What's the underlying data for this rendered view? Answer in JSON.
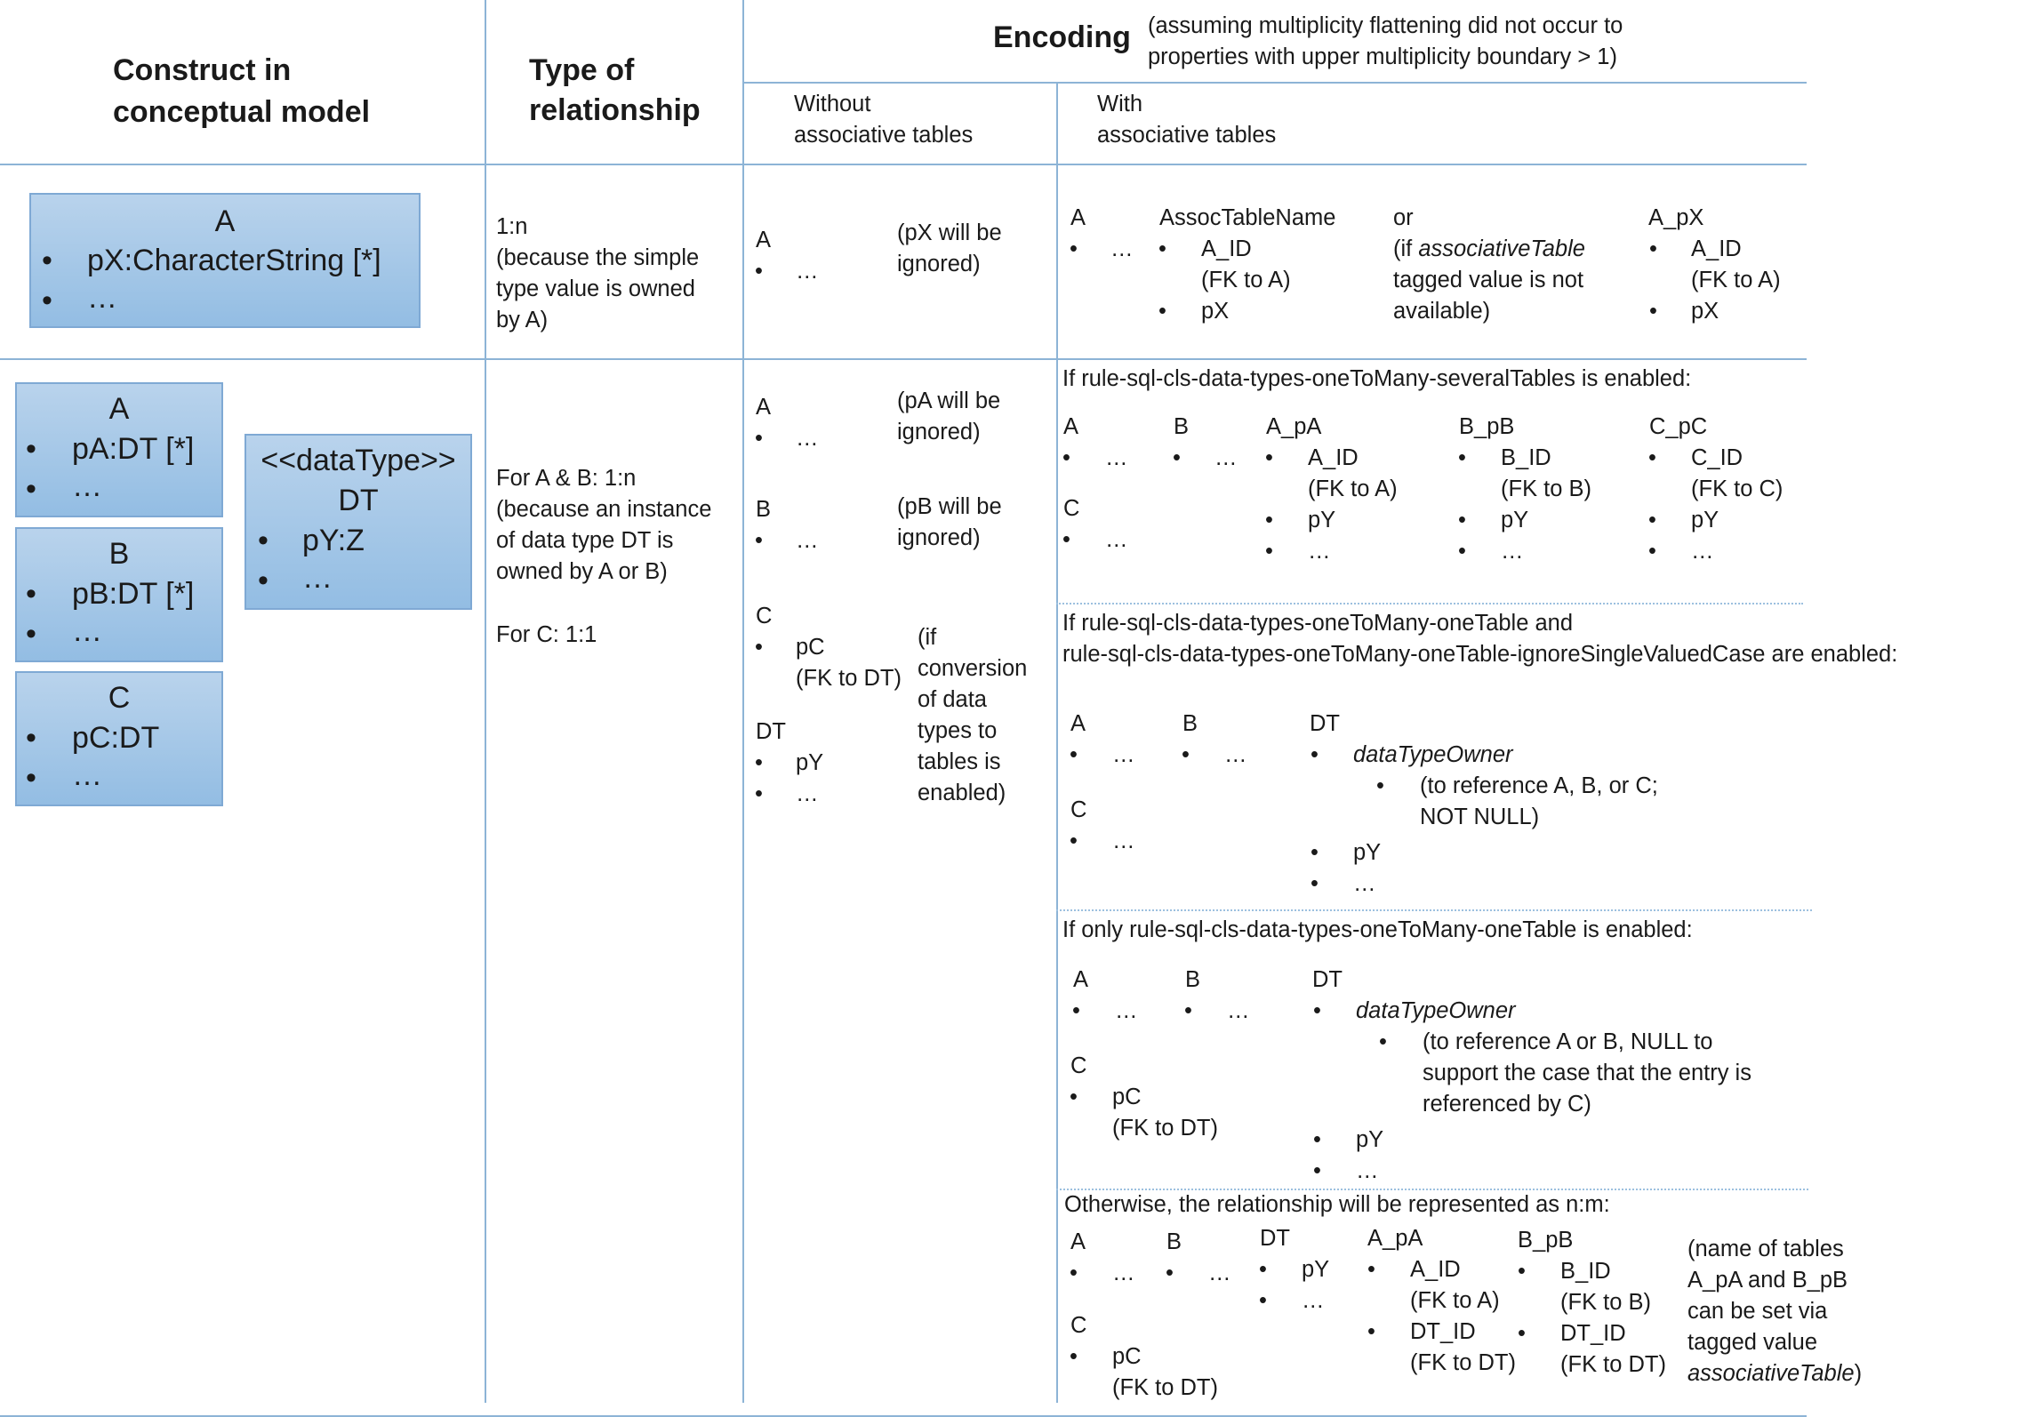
{
  "header": {
    "construct": [
      "Construct in",
      "conceptual model"
    ],
    "relationship": [
      "Type of",
      "relationship"
    ],
    "encoding": "Encoding",
    "encoding_note": [
      "(assuming multiplicity flattening did not occur to",
      "properties with upper multiplicity boundary > 1)"
    ],
    "without": [
      "Without",
      "associative tables"
    ],
    "with": [
      "With",
      "associative tables"
    ]
  },
  "glyphs": {
    "bullet": "•",
    "ellipsis": "…"
  },
  "row1": {
    "model": {
      "name": "A",
      "prop": "pX:CharacterString [*]"
    },
    "rel": [
      "1:n",
      "(because the simple",
      "type value is owned",
      "by A)"
    ],
    "without": {
      "table": "A",
      "note": [
        "(pX will be",
        "ignored)"
      ]
    },
    "with": {
      "a": "A",
      "assoc": "AssocTableName",
      "a_id": "A_ID",
      "fk_a": "(FK to A)",
      "px": "pX",
      "or": "or",
      "alt_prefix": "(if ",
      "alt_tag": "associativeTable",
      "alt_rest": [
        "tagged value is not",
        "available)"
      ],
      "apx": "A_pX"
    }
  },
  "row2": {
    "model": {
      "a": "A",
      "pa": "pA:DT [*]",
      "b": "B",
      "pb": "pB:DT [*]",
      "c": "C",
      "pc": "pC:DT",
      "dt_stereo": "<<dataType>>",
      "dt": "DT",
      "py": "pY:Z"
    },
    "rel": [
      "For A & B: 1:n",
      "(because an instance",
      "of data type DT is",
      "owned by A or B)",
      "For C: 1:1"
    ],
    "without": {
      "a": "A",
      "pa_note": [
        "(pA will be",
        "ignored)"
      ],
      "b": "B",
      "pb_note": [
        "(pB will be",
        "ignored)"
      ],
      "c": "C",
      "pc": "pC",
      "fk_dt": "(FK to DT)",
      "dt": "DT",
      "py": "pY",
      "conv_note": [
        "(if",
        "conversion",
        "of data",
        "types to",
        "tables is",
        "enabled)"
      ]
    },
    "case1": {
      "title": "If rule-sql-cls-data-types-oneToMany-severalTables  is enabled:",
      "a": "A",
      "b": "B",
      "c": "C",
      "apa": "A_pA",
      "bpb": "B_pB",
      "cpc": "C_pC",
      "a_id": "A_ID",
      "fk_a": "(FK to A)",
      "b_id": "B_ID",
      "fk_b": "(FK to B)",
      "c_id": "C_ID",
      "fk_c": "(FK to C)",
      "py": "pY"
    },
    "case2": {
      "title": [
        "If rule-sql-cls-data-types-oneToMany-oneTable  and",
        "rule-sql-cls-data-types-oneToMany-oneTable-ignoreSingleValuedCase  are enabled:"
      ],
      "a": "A",
      "b": "B",
      "c": "C",
      "dt": "DT",
      "owner": "dataTypeOwner",
      "ref": [
        "(to reference A, B, or C;",
        "NOT NULL)"
      ],
      "py": "pY"
    },
    "case3": {
      "title": "If only rule-sql-cls-data-types-oneToMany-oneTable  is enabled:",
      "a": "A",
      "b": "B",
      "c": "C",
      "dt": "DT",
      "pc": "pC",
      "fk_dt": "(FK to DT)",
      "owner": "dataTypeOwner",
      "ref": [
        "(to reference A or B, NULL to",
        "support the case that the entry is",
        "referenced by C)"
      ],
      "py": "pY"
    },
    "case4": {
      "title": "Otherwise, the relationship will be represented as n:m:",
      "a": "A",
      "b": "B",
      "c": "C",
      "dt": "DT",
      "py": "pY",
      "pc": "pC",
      "fk_dt": "(FK to DT)",
      "apa": "A_pA",
      "bpb": "B_pB",
      "a_id": "A_ID",
      "fk_a": "(FK to A)",
      "b_id": "B_ID",
      "fk_b": "(FK to B)",
      "dt_id": "DT_ID",
      "note": [
        "(name of tables",
        "A_pA and B_pB",
        "can be set via",
        "tagged value"
      ],
      "note_tag": "associativeTable",
      "note_end": ")"
    }
  }
}
